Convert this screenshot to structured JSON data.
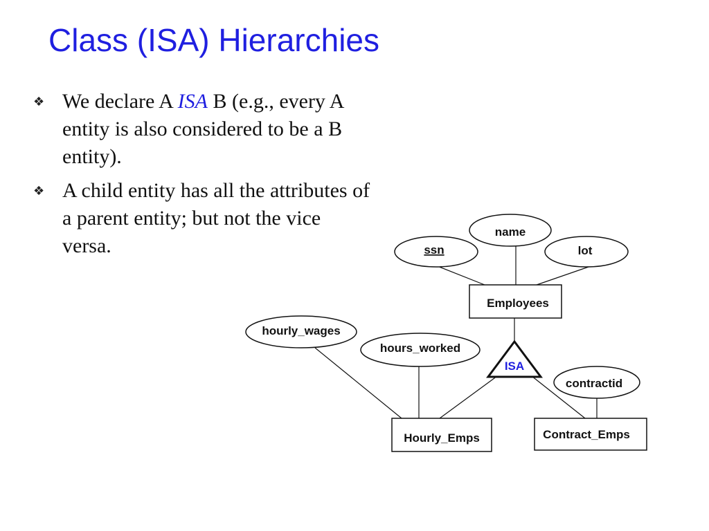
{
  "slide": {
    "title": "Class (ISA) Hierarchies",
    "bullets": [
      {
        "icon": "diamond-bullet-icon",
        "text_before": "We declare A ",
        "emphasis": "ISA",
        "text_after": " B (e.g., every A entity is also considered to be a B entity)."
      },
      {
        "icon": "diamond-bullet-icon",
        "text": "A child entity has all the attributes of a parent entity; but not the vice versa."
      }
    ]
  },
  "diagram": {
    "entities": {
      "employees": "Employees",
      "hourly_emps": "Hourly_Emps",
      "contract_emps": "Contract_Emps"
    },
    "attributes": {
      "name": "name",
      "ssn": "ssn",
      "lot": "lot",
      "hourly_wages": "hourly_wages",
      "hours_worked": "hours_worked",
      "contractid": "contractid"
    },
    "isa_label": "ISA",
    "key_attribute": "ssn"
  },
  "colors": {
    "title": "#1f1fe0",
    "isa": "#1f1fe0",
    "text": "#111111",
    "background": "#ffffff"
  }
}
